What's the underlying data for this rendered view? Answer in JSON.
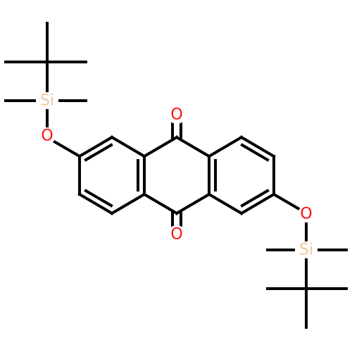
{
  "molecule": {
    "atoms": {
      "o9": "O",
      "o10": "O",
      "o_left": "O",
      "o_right": "O",
      "si_top": "Si",
      "si_bottom": "Si"
    },
    "colors": {
      "bond": "#000000",
      "oxygen": "#ff0d0d",
      "silicon": "#f0c8a0"
    }
  }
}
